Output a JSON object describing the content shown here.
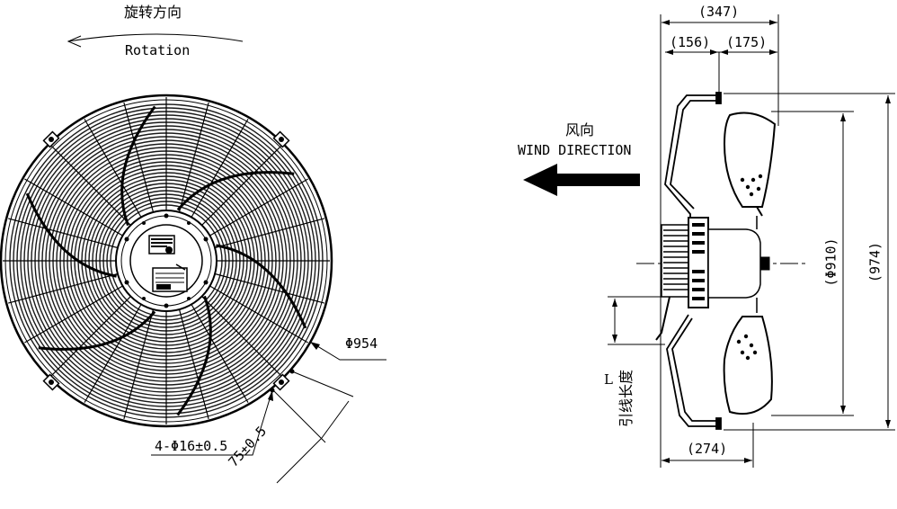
{
  "front_view": {
    "rotation_cn": "旋转方向",
    "rotation_en": "Rotation",
    "diameter_outer": "Φ954",
    "mount_holes": "4-Φ16±0.5",
    "hole_spacing": "75±0.5"
  },
  "side_view": {
    "wind_cn": "风向",
    "wind_en": "WIND DIRECTION",
    "dim_total_depth": "(347)",
    "dim_front_depth": "(156)",
    "dim_rear_depth": "(175)",
    "dim_bottom_depth": "(274)",
    "dim_inner_diameter": "(Φ910)",
    "dim_outer_height": "(974)",
    "lead_length_symbol": "L",
    "lead_length_cn": "引线长度"
  },
  "colors": {
    "line": "#000000",
    "guard": "#1a1a1a",
    "background": "#ffffff"
  }
}
